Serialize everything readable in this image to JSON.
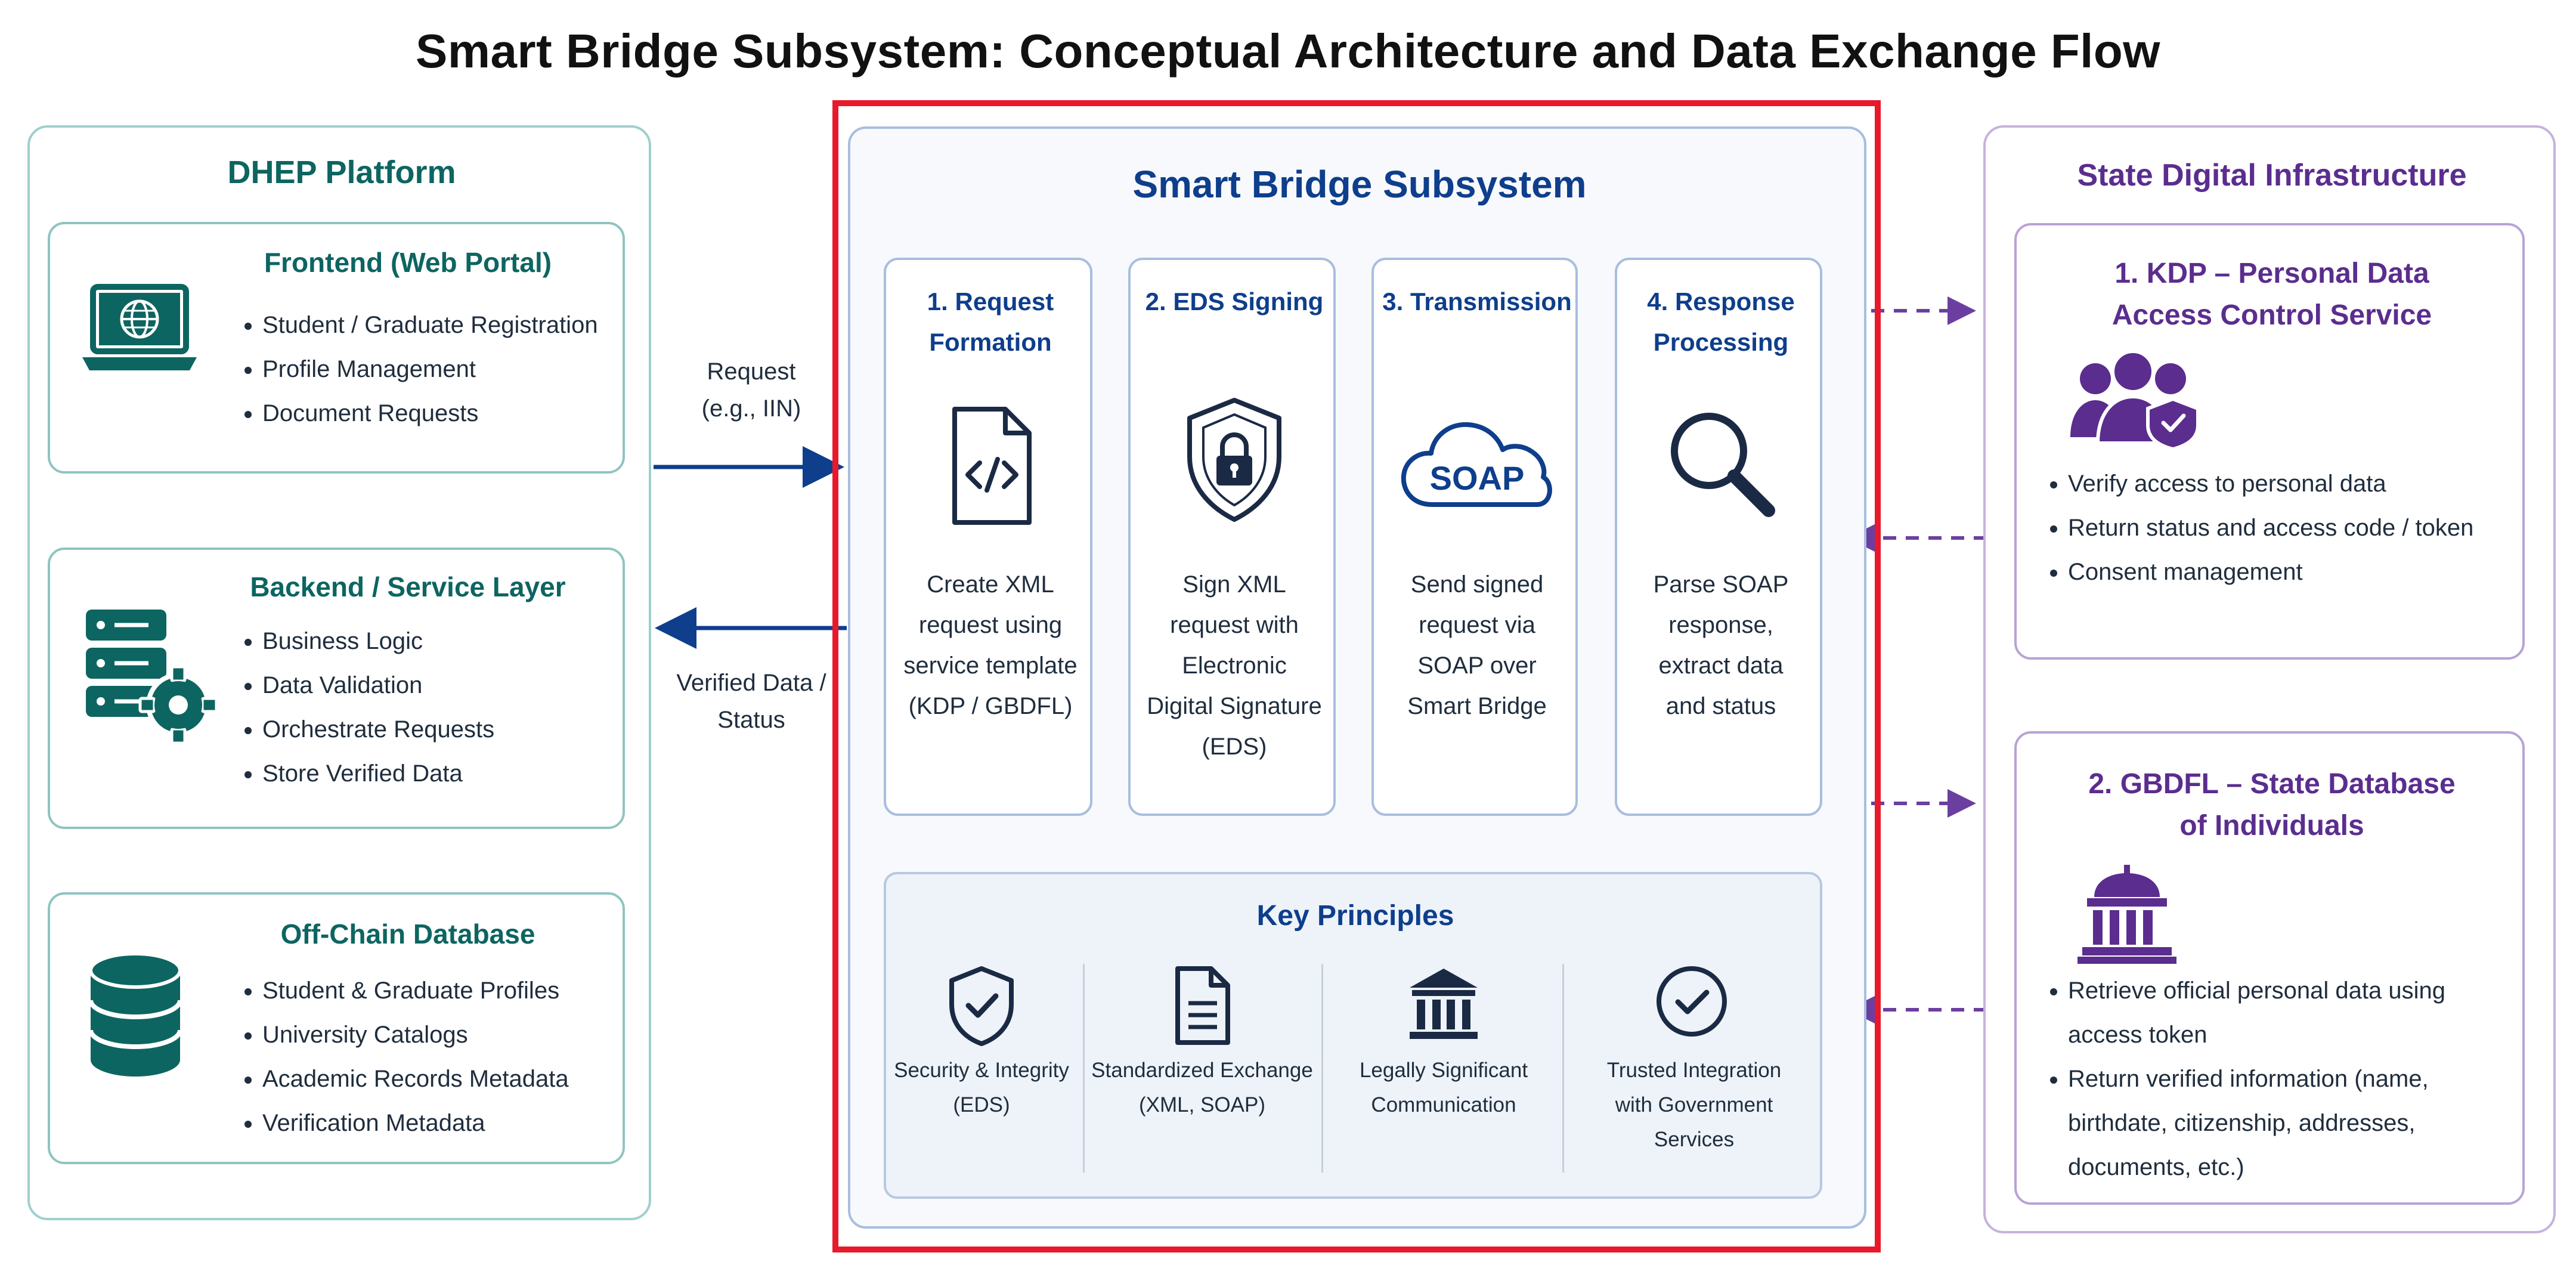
{
  "title": "Smart Bridge Subsystem: Conceptual Architecture and Data Exchange Flow",
  "colors": {
    "teal": "#0d6561",
    "navy": "#0e3e8c",
    "purple": "#5b2d8e",
    "highlight_border": "#e8192b"
  },
  "dhep": {
    "title": "DHEP Platform",
    "frontend": {
      "title": "Frontend (Web Portal)",
      "icon": "laptop-globe-icon",
      "items": [
        "Student / Graduate Registration",
        "Profile Management",
        "Document Requests"
      ]
    },
    "backend": {
      "title": "Backend / Service Layer",
      "icon": "server-gear-icon",
      "items": [
        "Business Logic",
        "Data Validation",
        "Orchestrate Requests",
        "Store Verified Data"
      ]
    },
    "database": {
      "title": "Off-Chain Database",
      "icon": "database-icon",
      "items": [
        "Student & Graduate Profiles",
        "University Catalogs",
        "Academic Records Metadata",
        "Verification Metadata"
      ]
    }
  },
  "flow_labels": {
    "request": [
      "Request",
      "(e.g., IIN)"
    ],
    "response": [
      "Verified Data /",
      "Status"
    ]
  },
  "smart_bridge": {
    "title": "Smart Bridge Subsystem",
    "steps": [
      {
        "title": [
          "1. Request",
          "Formation"
        ],
        "icon": "xml-file-icon",
        "desc": [
          "Create XML",
          "request using",
          "service template",
          "(KDP / GBDFL)"
        ]
      },
      {
        "title": [
          "2. EDS Signing"
        ],
        "icon": "shield-lock-icon",
        "desc": [
          "Sign XML",
          "request with",
          "Electronic",
          "Digital Signature",
          "(EDS)"
        ]
      },
      {
        "title": [
          "3. Transmission"
        ],
        "icon": "soap-cloud-icon",
        "icon_text": "SOAP",
        "desc": [
          "Send signed",
          "request via",
          "SOAP over",
          "Smart Bridge"
        ]
      },
      {
        "title": [
          "4. Response",
          "Processing"
        ],
        "icon": "magnifier-icon",
        "desc": [
          "Parse SOAP",
          "response,",
          "extract data",
          "and status"
        ]
      }
    ],
    "key_principles": {
      "title": "Key Principles",
      "items": [
        {
          "icon": "shield-check-icon",
          "label": [
            "Security & Integrity",
            "(EDS)"
          ]
        },
        {
          "icon": "document-icon",
          "label": [
            "Standardized Exchange",
            "(XML, SOAP)"
          ]
        },
        {
          "icon": "government-building-icon",
          "label": [
            "Legally Significant",
            "Communication"
          ]
        },
        {
          "icon": "check-circle-icon",
          "label": [
            "Trusted Integration",
            "with Government",
            "Services"
          ]
        }
      ]
    }
  },
  "state": {
    "title": "State Digital Infrastructure",
    "kdp": {
      "title": [
        "1. KDP – Personal Data",
        "Access Control Service"
      ],
      "icon": "users-shield-icon",
      "items": [
        "Verify access to personal data",
        "Return status and access code / token",
        "Consent management"
      ]
    },
    "gbdfl": {
      "title": [
        "2. GBDFL – State Database",
        "of Individuals"
      ],
      "icon": "government-building-icon",
      "items": [
        "Retrieve official personal data using access token",
        "Return verified information (name, birthdate, citizenship, addresses, documents, etc.)"
      ]
    }
  }
}
